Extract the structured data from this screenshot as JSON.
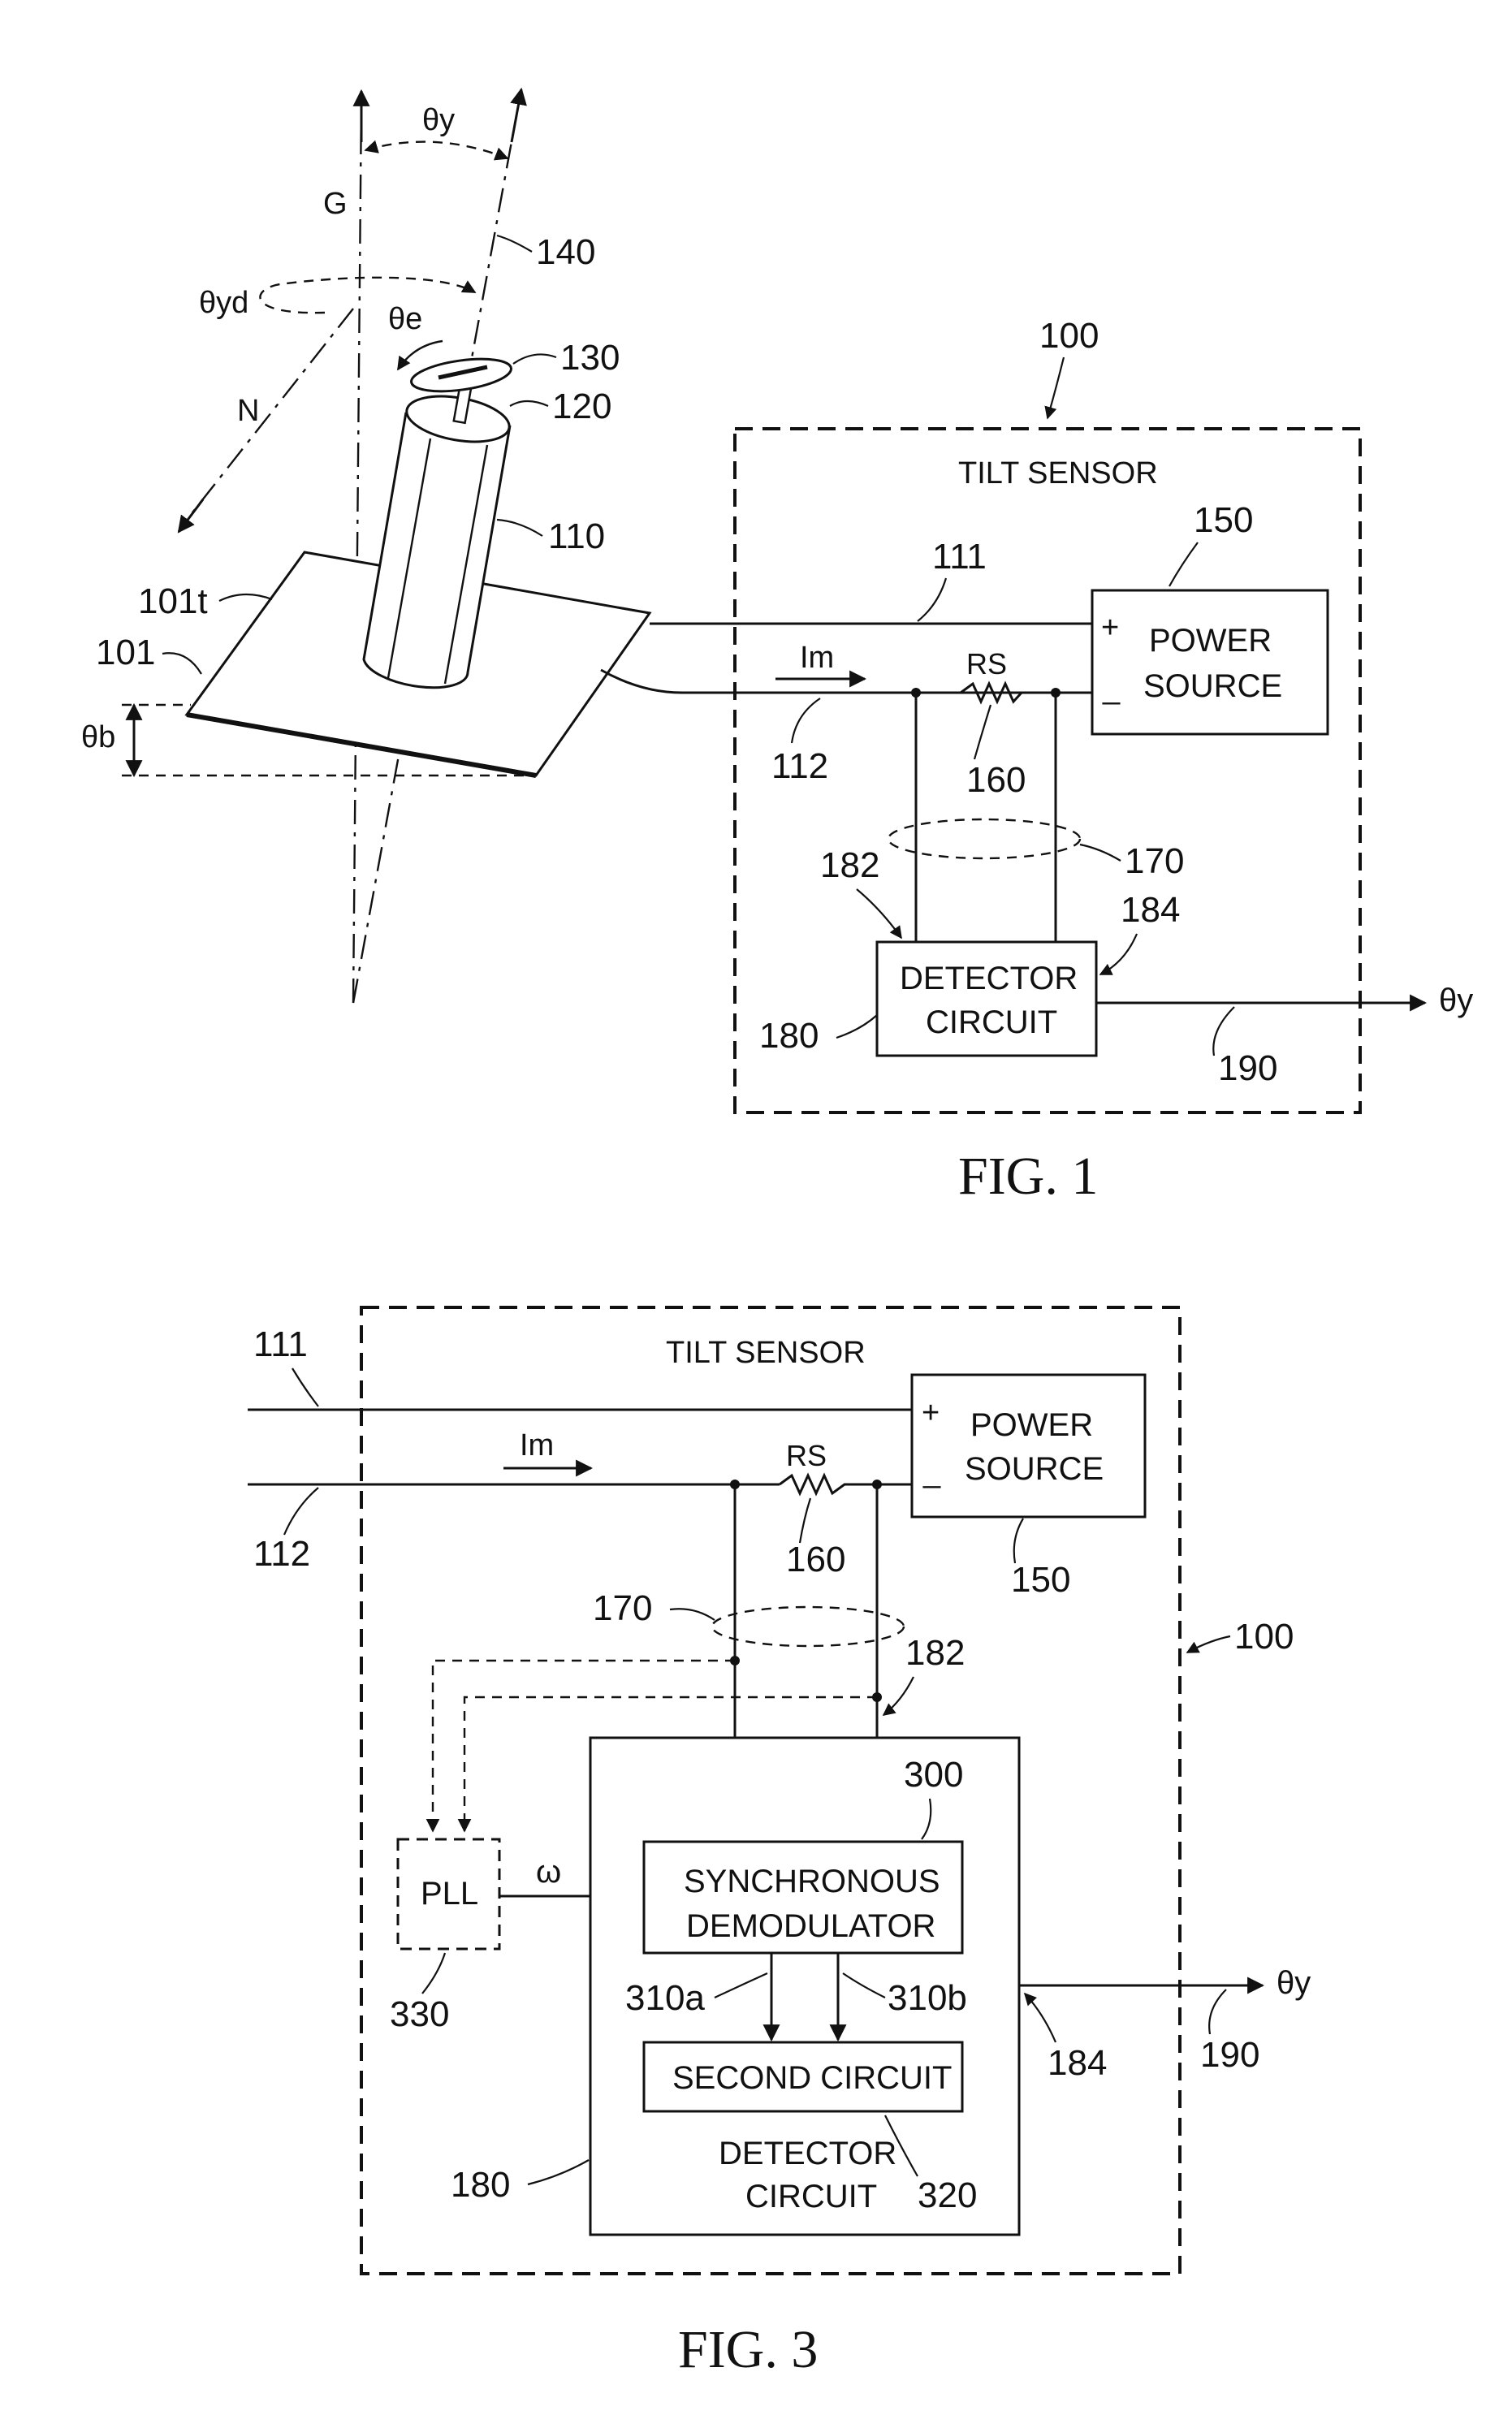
{
  "fig1": {
    "caption": "FIG. 1",
    "tilt_sensor_label": "TILT SENSOR",
    "power_source_line1": "POWER",
    "power_source_line2": "SOURCE",
    "plus": "+",
    "minus": "_",
    "resistor_label": "RS",
    "current_label": "Im",
    "detector_line1": "DETECTOR",
    "detector_line2": "CIRCUIT",
    "output_label": "θy",
    "angle_y": "θy",
    "angle_yd": "θyd",
    "angle_e": "θe",
    "angle_b": "θb",
    "gravity": "G",
    "north": "N",
    "refs": {
      "r100": "100",
      "r101": "101",
      "r101t": "101t",
      "r110": "110",
      "r111": "111",
      "r112": "112",
      "r120": "120",
      "r130": "130",
      "r140": "140",
      "r150": "150",
      "r160": "160",
      "r170": "170",
      "r180": "180",
      "r182": "182",
      "r184": "184",
      "r190": "190"
    }
  },
  "fig3": {
    "caption": "FIG. 3",
    "tilt_sensor_label": "TILT SENSOR",
    "power_source_line1": "POWER",
    "power_source_line2": "SOURCE",
    "plus": "+",
    "minus": "_",
    "resistor_label": "RS",
    "current_label": "Im",
    "pll_label": "PLL",
    "omega": "ω",
    "sync_line1": "SYNCHRONOUS",
    "sync_line2": "DEMODULATOR",
    "second_circuit": "SECOND CIRCUIT",
    "detector_line1": "DETECTOR",
    "detector_line2": "CIRCUIT",
    "output_label": "θy",
    "refs": {
      "r100": "100",
      "r111": "111",
      "r112": "112",
      "r150": "150",
      "r160": "160",
      "r170": "170",
      "r180": "180",
      "r182": "182",
      "r184": "184",
      "r190": "190",
      "r300": "300",
      "r310a": "310a",
      "r310b": "310b",
      "r320": "320",
      "r330": "330"
    }
  }
}
